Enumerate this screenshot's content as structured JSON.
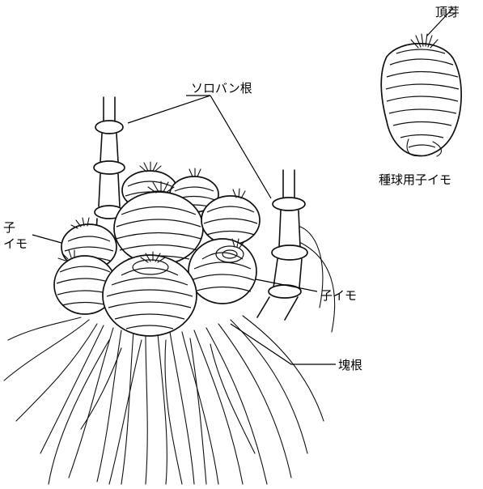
{
  "labels": {
    "apical_bud": "頂芽",
    "soroban_root": "ソロバン根",
    "seed_cormel": "種球用子イモ",
    "cormel_left_line1": "子",
    "cormel_left_line2": "イモ",
    "cormel_right": "子イモ",
    "tuberous_root": "塊根"
  }
}
